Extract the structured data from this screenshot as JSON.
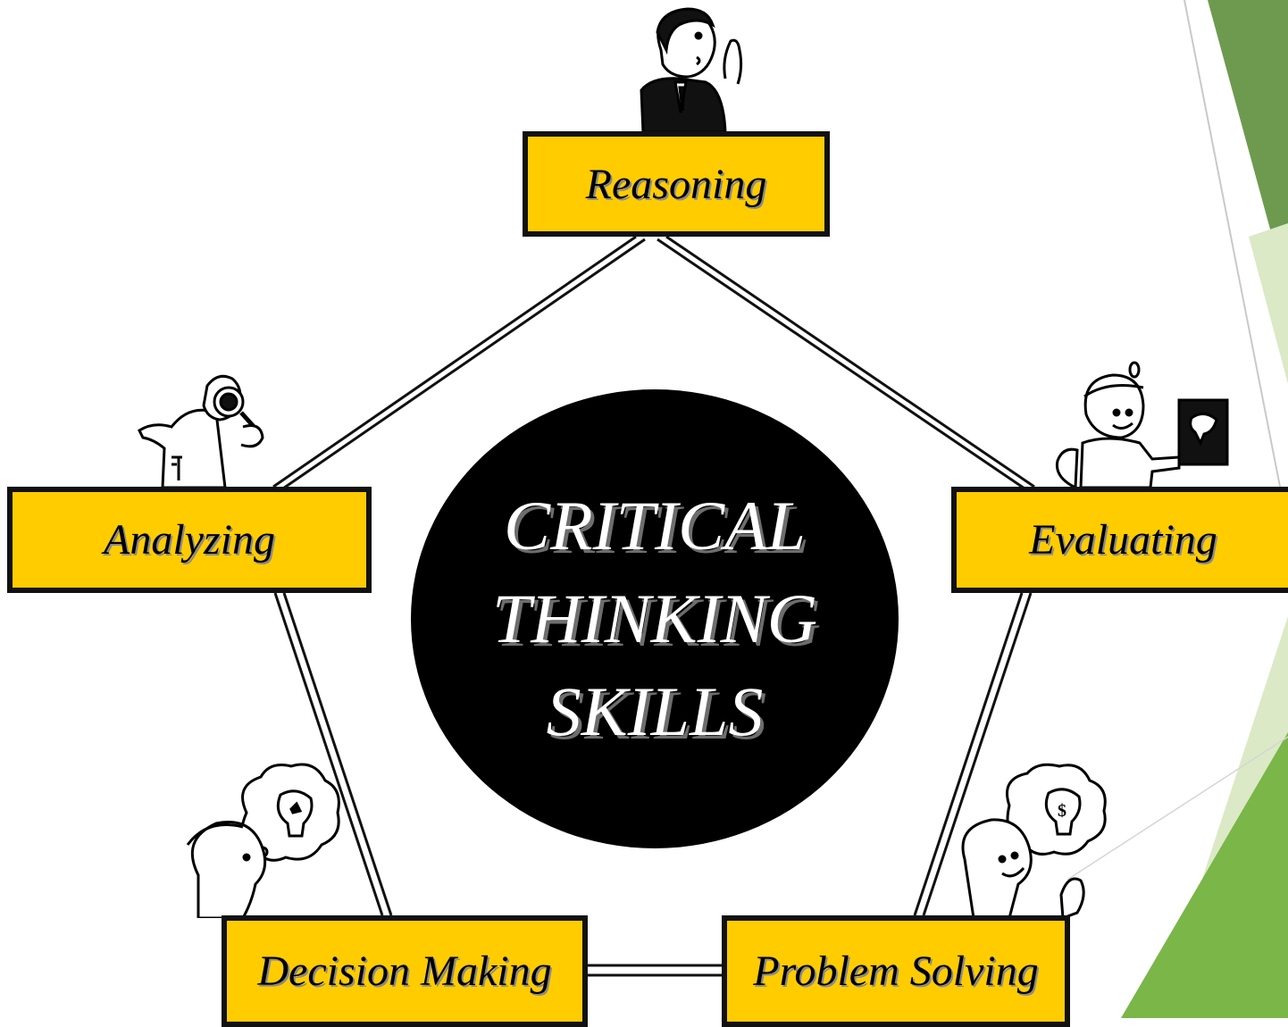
{
  "center": {
    "line1": "CRITICAL",
    "line2": "THINKING",
    "line3": "SKILLS"
  },
  "skills": [
    {
      "id": "reasoning",
      "label": "Reasoning"
    },
    {
      "id": "analyzing",
      "label": "Analyzing"
    },
    {
      "id": "evaluating",
      "label": "Evaluating"
    },
    {
      "id": "decision_making",
      "label": "Decision Making"
    },
    {
      "id": "problem_solving",
      "label": "Problem Solving"
    }
  ],
  "colors": {
    "box_fill": "#ffcc00",
    "box_border": "#111111",
    "center_fill": "#000000",
    "center_text": "#ffffff",
    "accent_green_dark": "#6e9a4f",
    "accent_green_mid": "#7ab648",
    "accent_green_light": "#dbe9c6"
  },
  "icons": [
    "businessman-pointing-icon",
    "detective-magnifier-icon",
    "doctor-xray-icon",
    "thinking-lightbulb-icon",
    "money-idea-lightbulb-icon"
  ]
}
